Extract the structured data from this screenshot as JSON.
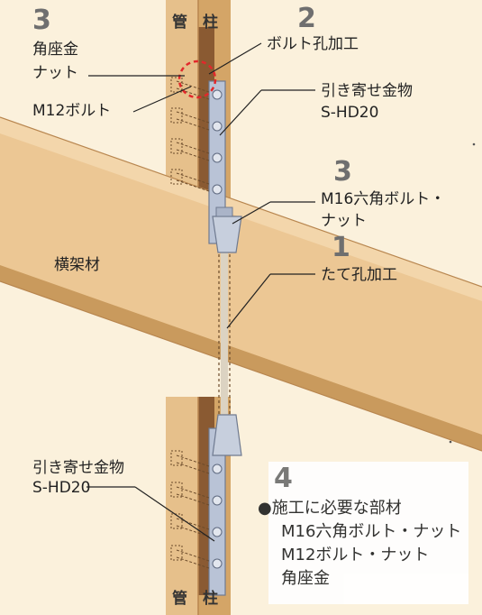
{
  "callouts": {
    "c3_top": {
      "number": "3",
      "line1": "角座金",
      "line2": "ナット",
      "line3": "M12ボルト"
    },
    "c2": {
      "number": "2",
      "text": "ボルト孔加工"
    },
    "hd_top": {
      "line1": "引き寄せ金物",
      "line2": "S-HD20"
    },
    "c3_mid": {
      "number": "3",
      "line1": "M16六角ボルト・",
      "line2": "ナット"
    },
    "c1": {
      "number": "1",
      "text": "たて孔加工"
    },
    "beam": {
      "text": "横架材"
    },
    "hd_bottom": {
      "line1": "引き寄せ金物",
      "line2": "S-HD20"
    }
  },
  "posts": {
    "top": {
      "kan": "管",
      "hashira": "柱"
    },
    "bottom": {
      "kan": "管",
      "hashira": "柱"
    }
  },
  "info": {
    "number": "4",
    "heading": "●施工に必要な部材",
    "items": [
      "M16六角ボルト・ナット",
      "M12ボルト・ナット",
      "角座金"
    ]
  },
  "colors": {
    "background": "#fbf1dc",
    "wood": "#e9c28f",
    "wood_dark": "#b8864f",
    "post_front": "#d8ab6b",
    "post_shadow": "#8a5a32",
    "metal": "#b9c3d6",
    "accent_red": "#e2282b"
  }
}
